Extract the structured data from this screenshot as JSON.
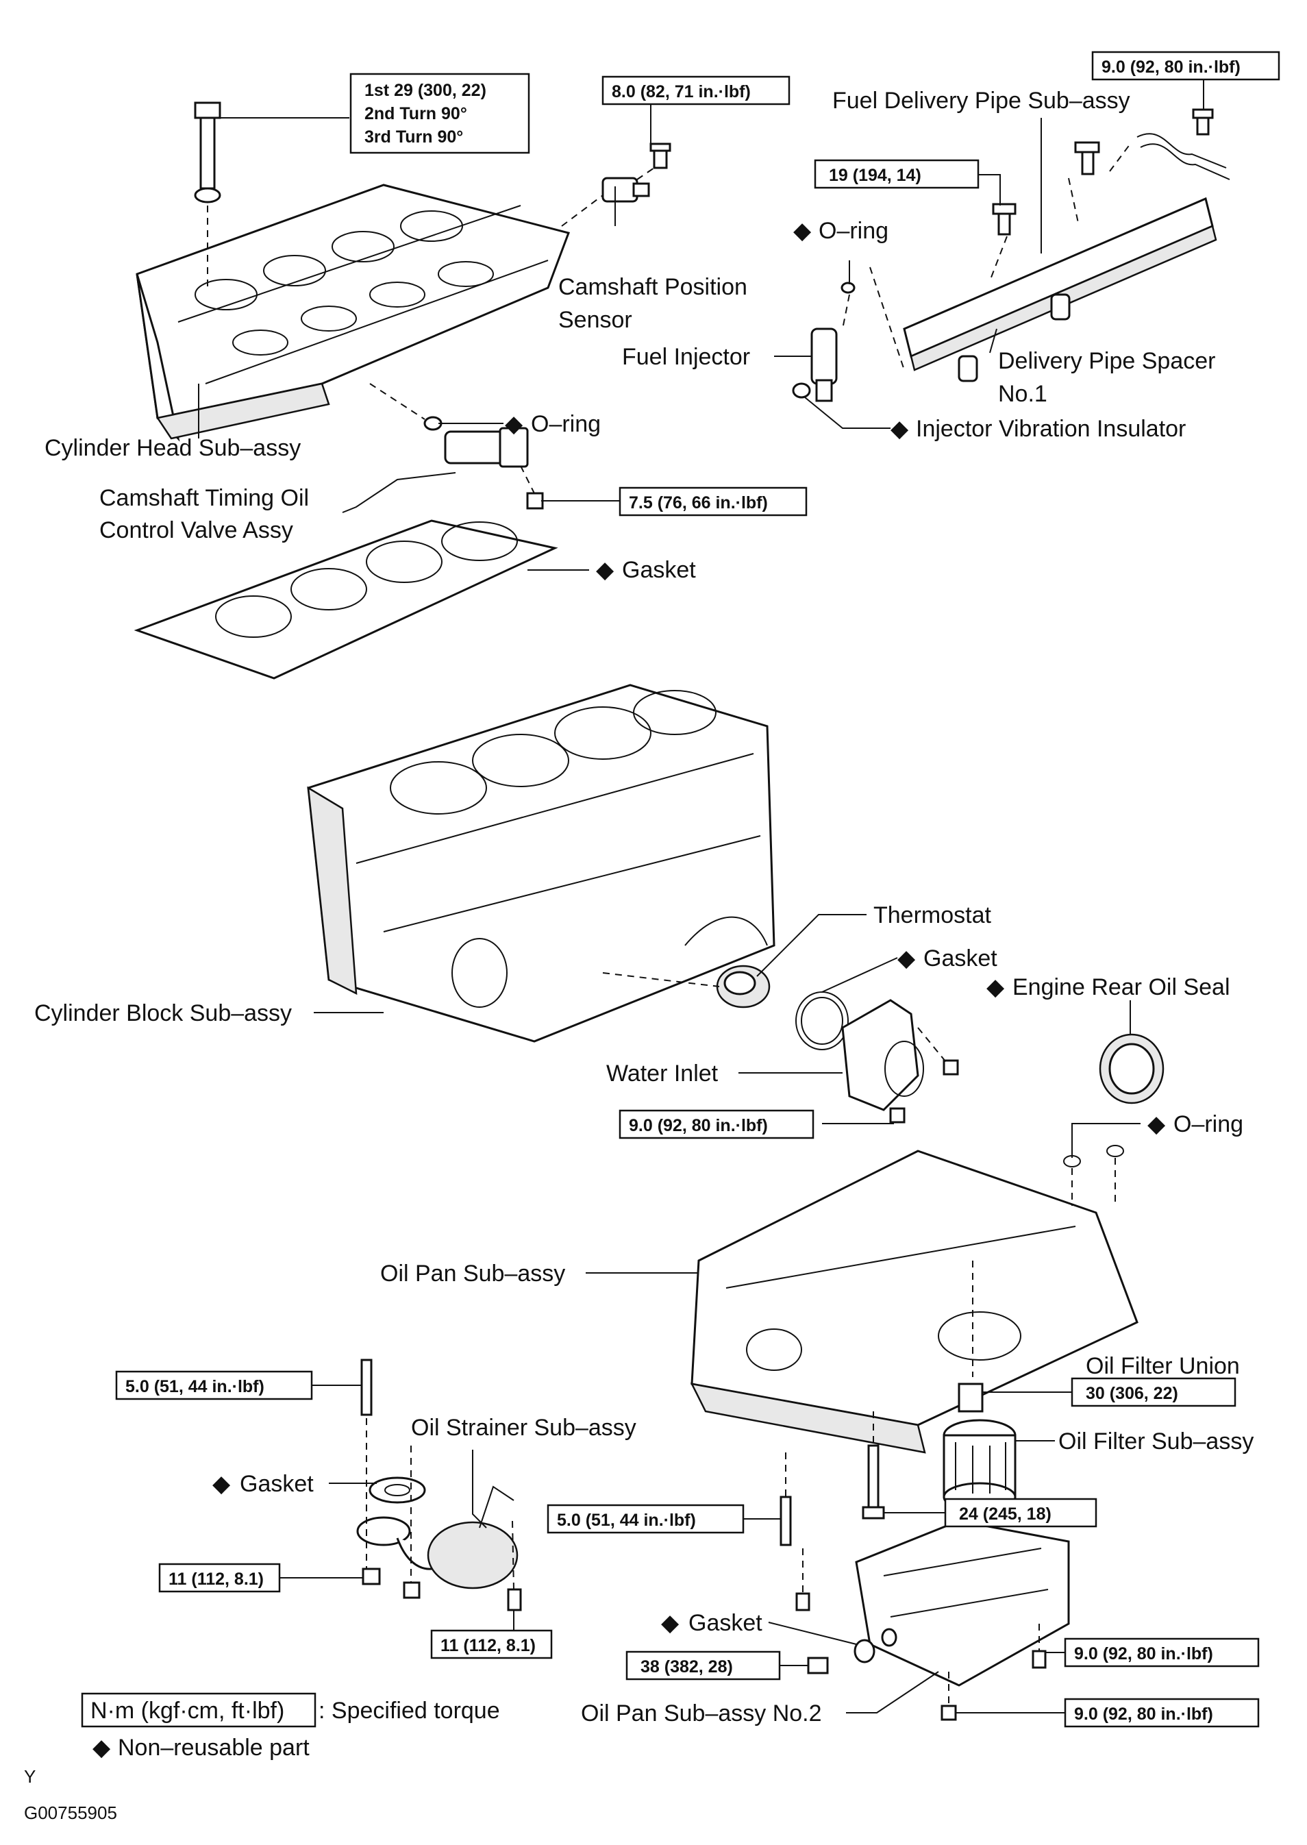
{
  "labels": {
    "fuel_delivery_pipe": "Fuel Delivery Pipe Sub–assy",
    "o_ring_injector": "O–ring",
    "camshaft_position_sensor_1": "Camshaft Position",
    "camshaft_position_sensor_2": "Sensor",
    "fuel_injector": "Fuel Injector",
    "delivery_pipe_spacer_1": "Delivery Pipe Spacer",
    "delivery_pipe_spacer_2": "No.1",
    "o_ring_ocv": "O–ring",
    "injector_vibration_insulator": "Injector Vibration Insulator",
    "cylinder_head": "Cylinder Head Sub–assy",
    "camshaft_timing_ocv_1": "Camshaft Timing Oil",
    "camshaft_timing_ocv_2": "Control Valve Assy",
    "head_gasket": "Gasket",
    "thermostat": "Thermostat",
    "thermostat_gasket": "Gasket",
    "engine_rear_oil_seal": "Engine Rear Oil Seal",
    "cylinder_block": "Cylinder Block Sub–assy",
    "water_inlet": "Water Inlet",
    "o_ring_pan": "O–ring",
    "oil_pan": "Oil Pan Sub–assy",
    "oil_filter_union": "Oil Filter Union",
    "oil_strainer": "Oil Strainer Sub–assy",
    "oil_filter": "Oil Filter Sub–assy",
    "strainer_gasket": "Gasket",
    "drain_gasket": "Gasket",
    "oil_pan_no2": "Oil Pan Sub–assy No.2"
  },
  "torques": {
    "head_bolt_1": "1st 29 (300, 22)",
    "head_bolt_2": "2nd Turn 90°",
    "head_bolt_3": "3rd Turn 90°",
    "cam_sensor_bolt": "8.0 (82, 71 in.·lbf)",
    "delivery_pipe_clamp": "9.0 (92, 80 in.·lbf)",
    "delivery_pipe_bolt": "19 (194, 14)",
    "ocv_bolt": "7.5 (76, 66 in.·lbf)",
    "water_inlet_nut": "9.0 (92, 80 in.·lbf)",
    "stud_left": "5.0 (51, 44 in.·lbf)",
    "filter_union": "30 (306, 22)",
    "pan_stud": "5.0 (51, 44 in.·lbf)",
    "pan_bolt": "24 (245, 18)",
    "strainer_nut": "11 (112, 8.1)",
    "strainer_bolt": "11 (112, 8.1)",
    "pan2_bolt": "9.0 (92, 80 in.·lbf)",
    "drain_plug": "38 (382, 28)",
    "pan2_nut": "9.0 (92, 80 in.·lbf)"
  },
  "legend": {
    "unit_box": "N·m (kgf·cm, ft·lbf)",
    "unit_text": ": Specified torque",
    "non_reusable": "Non–reusable part"
  },
  "footer": {
    "letter": "Y",
    "code": "G00755905"
  }
}
